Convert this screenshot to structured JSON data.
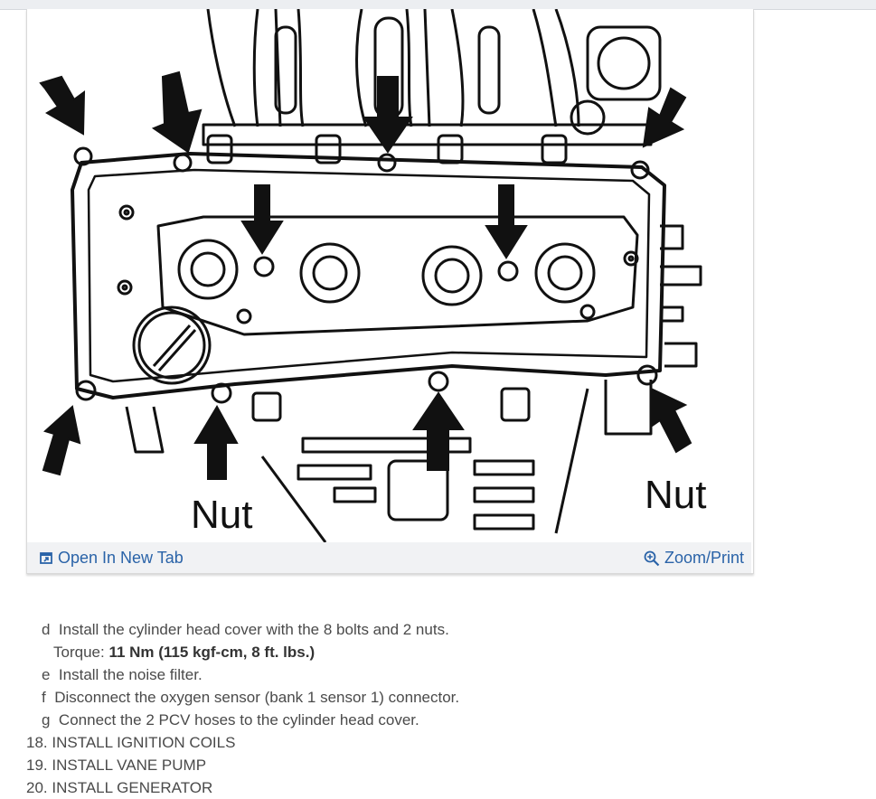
{
  "figure": {
    "labels": {
      "nut_left": "Nut",
      "nut_right": "Nut"
    },
    "toolbar": {
      "open_label": "Open In New Tab",
      "zoom_label": "Zoom/Print",
      "open_icon": "open-new-tab-icon",
      "zoom_icon": "zoom-plus-icon"
    }
  },
  "steps": {
    "d": {
      "letter": "d",
      "text": "Install the cylinder head cover with the 8 bolts and 2 nuts."
    },
    "torque": {
      "label": "Torque:",
      "value": "11 Nm (115 kgf-cm, 8 ft. lbs.)"
    },
    "e": {
      "letter": "e",
      "text": "Install the noise filter."
    },
    "f": {
      "letter": "f",
      "text": "Disconnect the oxygen sensor (bank 1 sensor 1) connector."
    },
    "g": {
      "letter": "g",
      "text": "Connect the 2 PCV hoses to the cylinder head cover."
    },
    "s18": "18. INSTALL IGNITION COILS",
    "s19": "19. INSTALL VANE PUMP",
    "s20": "20. INSTALL GENERATOR"
  },
  "colors": {
    "link": "#2a63a8",
    "toolbar_bg": "#f1f2f4",
    "text": "#4a4a4a"
  }
}
